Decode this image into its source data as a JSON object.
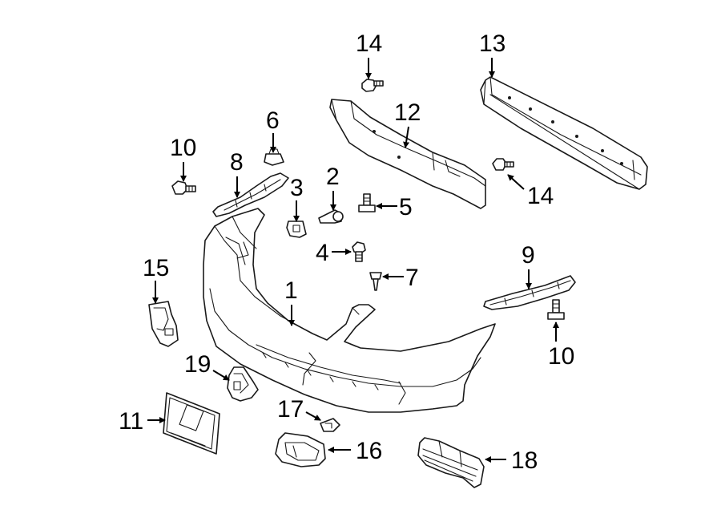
{
  "callouts": {
    "c1": "1",
    "c2": "2",
    "c3": "3",
    "c4": "4",
    "c5": "5",
    "c6": "6",
    "c7": "7",
    "c8": "8",
    "c9": "9",
    "c10a": "10",
    "c10b": "10",
    "c11": "11",
    "c12": "12",
    "c13": "13",
    "c14a": "14",
    "c14b": "14",
    "c15": "15",
    "c16": "16",
    "c17": "17",
    "c18": "18",
    "c19": "19"
  }
}
